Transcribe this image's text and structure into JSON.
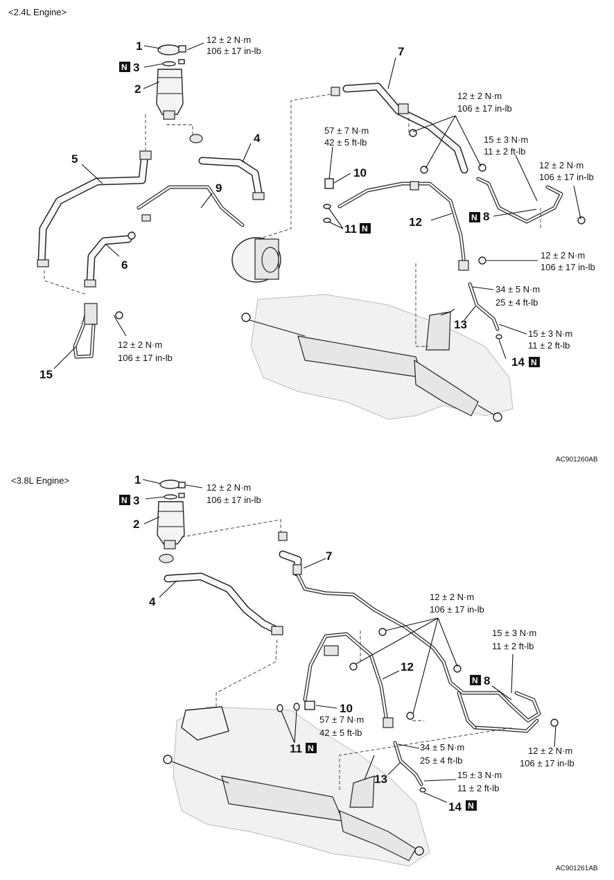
{
  "sections": [
    {
      "title": "<2.4L Engine>",
      "code": "AC901260AB",
      "callouts": {
        "c1": "1",
        "c2": "2",
        "c3": "3",
        "c4": "4",
        "c5": "5",
        "c6": "6",
        "c7": "7",
        "c8": "8",
        "c9": "9",
        "c10": "10",
        "c11": "11",
        "c12": "12",
        "c13": "13",
        "c14": "14",
        "c15": "15"
      },
      "torques": {
        "t1a": "12 ± 2 N·m",
        "t1b": "106 ± 17 in-lb",
        "t7a": "12 ± 2 N·m",
        "t7b": "106 ± 17 in-lb",
        "t10a": "57 ± 7 N·m",
        "t10b": "42 ± 5 ft-lb",
        "t8ua": "15 ± 3 N·m",
        "t8ub": "11 ± 2 ft-lb",
        "t8ra": "12 ± 2 N·m",
        "t8rb": "106 ± 17 in-lb",
        "t12a": "12 ± 2 N·m",
        "t12b": "106 ± 17 in-lb",
        "t13ua": "34 ± 5 N·m",
        "t13ub": "25 ± 4 ft-lb",
        "t13la": "15 ± 3 N·m",
        "t13lb": "11 ± 2 ft-lb",
        "t15a": "12 ± 2 N·m",
        "t15b": "106 ± 17 in-lb"
      },
      "badge": "N"
    },
    {
      "title": "<3.8L Engine>",
      "code": "AC901261AB",
      "callouts": {
        "c1": "1",
        "c2": "2",
        "c3": "3",
        "c4": "4",
        "c7": "7",
        "c8": "8",
        "c10": "10",
        "c11": "11",
        "c12": "12",
        "c13": "13",
        "c14": "14"
      },
      "torques": {
        "t1a": "12 ± 2 N·m",
        "t1b": "106 ± 17 in-lb",
        "t12ua": "12 ± 2 N·m",
        "t12ub": "106 ± 17 in-lb",
        "t8ua": "15 ± 3 N·m",
        "t8ub": "11 ± 2 ft-lb",
        "t10a": "57 ± 7 N·m",
        "t10b": "42 ± 5 ft-lb",
        "t8la": "12 ± 2 N·m",
        "t8lb": "106 ± 17 in-lb",
        "t13ua": "34 ± 5 N·m",
        "t13ub": "25 ± 4 ft-lb",
        "t13la": "15 ± 3 N·m",
        "t13lb": "11 ± 2 ft-lb"
      },
      "badge": "N"
    }
  ]
}
